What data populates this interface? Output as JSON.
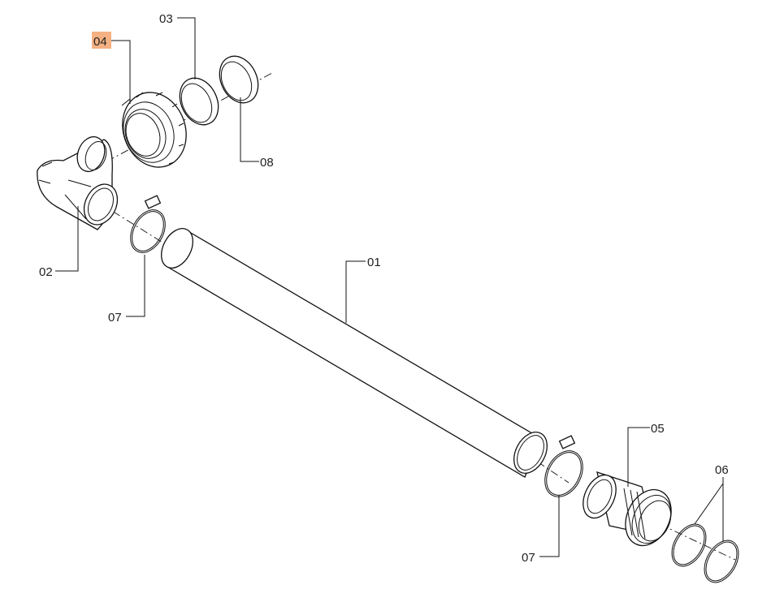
{
  "diagram": {
    "labels": {
      "l01": "01",
      "l02": "02",
      "l03": "03",
      "l04": "04",
      "l05": "05",
      "l06": "06",
      "l07a": "07",
      "l07b": "07",
      "l08": "08"
    },
    "highlight_color": "#f4b183"
  }
}
